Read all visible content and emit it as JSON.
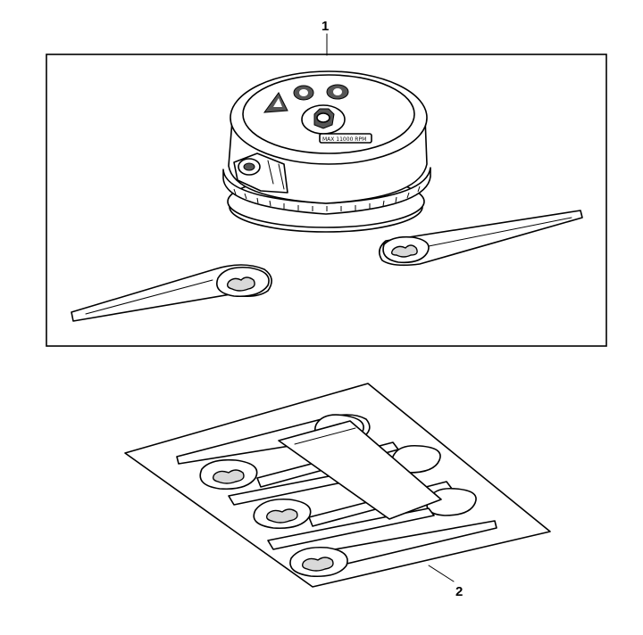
{
  "callouts": [
    {
      "id": "1",
      "label": "1"
    },
    {
      "id": "2",
      "label": "2"
    }
  ],
  "spool": {
    "rating_text": "MAX 11000 RPM"
  },
  "colors": {
    "line": "#000000",
    "background": "#ffffff",
    "shade": "#d9d9d9"
  }
}
